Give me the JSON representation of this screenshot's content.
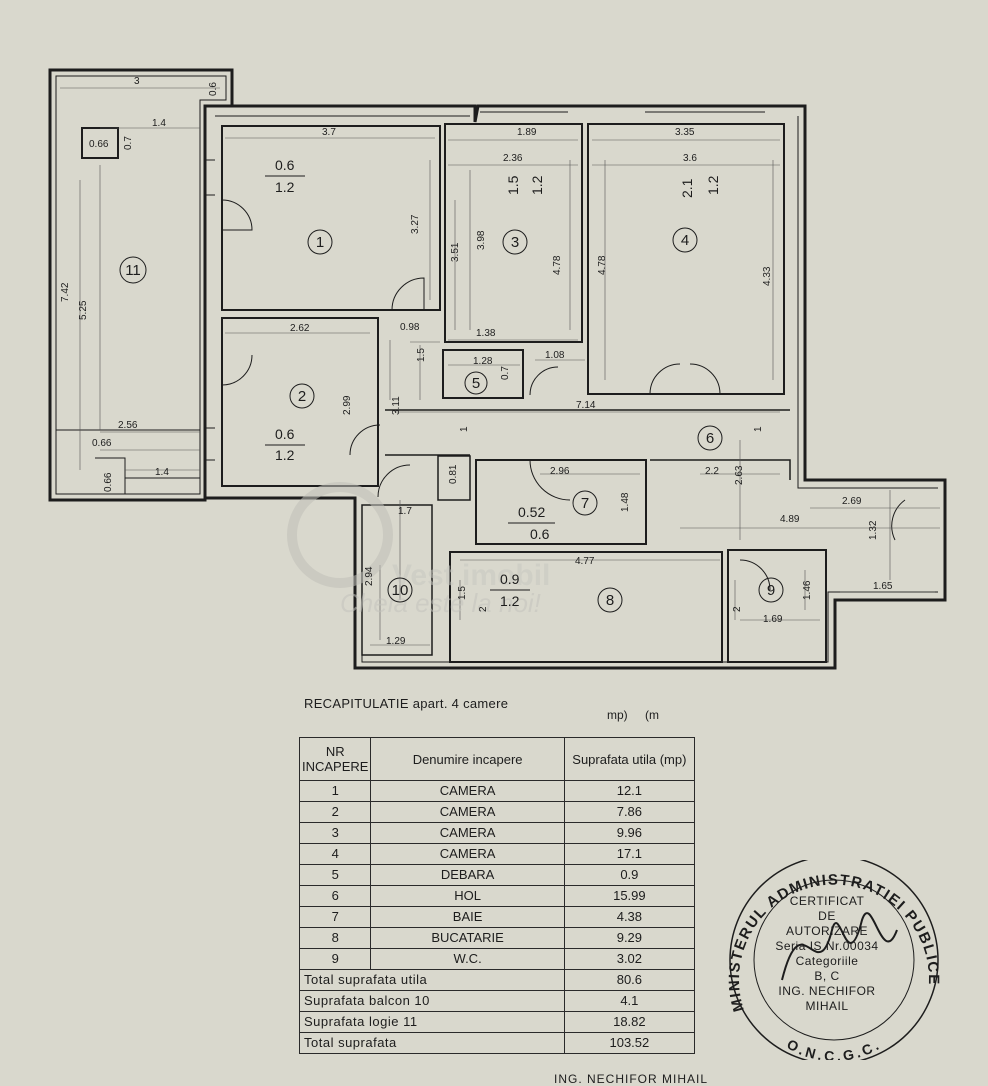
{
  "plan": {
    "rooms": [
      {
        "no": "1",
        "win_a": "0.6",
        "win_b": "1.2"
      },
      {
        "no": "2",
        "win_a": "0.6",
        "win_b": "1.2"
      },
      {
        "no": "3",
        "win_a": "1.5",
        "win_b": "1.2"
      },
      {
        "no": "4",
        "win_a": "2.1",
        "win_b": "1.2"
      },
      {
        "no": "5"
      },
      {
        "no": "6"
      },
      {
        "no": "7",
        "win_a": "0.52",
        "win_b": "0.6"
      },
      {
        "no": "8",
        "win_a": "0.9",
        "win_b": "1.2"
      },
      {
        "no": "9"
      },
      {
        "no": "10"
      },
      {
        "no": "11"
      }
    ],
    "dimensions": {
      "d_3": "3",
      "d_0_6": "0.6",
      "d_1_4a": "1.4",
      "d_0_66a": "0.66",
      "d_0_7a": "0.7",
      "d_3_7": "3.7",
      "d_1_89": "1.89",
      "d_3_35": "3.35",
      "d_2_36": "2.36",
      "d_3_6": "3.6",
      "d_7_42": "7.42",
      "d_5_25": "5.25",
      "d_3_27": "3.27",
      "d_3_51": "3.51",
      "d_3_98": "3.98",
      "d_4_78a": "4.78",
      "d_4_78b": "4.78",
      "d_4_33": "4.33",
      "d_2_62": "2.62",
      "d_0_98": "0.98",
      "d_1_38": "1.38",
      "d_1_5": "1.5",
      "d_1_28": "1.28",
      "d_0_7b": "0.7",
      "d_1_08": "1.08",
      "d_2_99": "2.99",
      "d_3_11": "3.11",
      "d_7_14": "7.14",
      "d_1a": "1",
      "d_1b": "1",
      "d_2_56": "2.56",
      "d_0_66b": "0.66",
      "d_0_66c": "0.66",
      "d_1_4b": "1.4",
      "d_0_81": "0.81",
      "d_2_96": "2.96",
      "d_2_2": "2.2",
      "d_2_63": "2.63",
      "d_2_69": "2.69",
      "d_1_48": "1.48",
      "d_4_89": "4.89",
      "d_1_32": "1.32",
      "d_1_7": "1.7",
      "d_4_77": "4.77",
      "d_2_94": "2.94",
      "d_1_5b": "1.5",
      "d_2a": "2",
      "d_2b": "2",
      "d_1_46": "1.46",
      "d_1_65": "1.65",
      "d_1_69": "1.69",
      "d_1_29": "1.29"
    },
    "watermark": {
      "brand": "Vest imobil",
      "slogan": "Cheia este la noi!"
    }
  },
  "recap": {
    "title": "RECAPITULATIE apart. 4 camere",
    "units": "mp) (m",
    "headers": {
      "nr": "NR INCAPERE",
      "name": "Denumire incapere",
      "area": "Suprafata utila (mp)"
    },
    "rows": [
      {
        "nr": "1",
        "name": "CAMERA",
        "area": "12.1"
      },
      {
        "nr": "2",
        "name": "CAMERA",
        "area": "7.86"
      },
      {
        "nr": "3",
        "name": "CAMERA",
        "area": "9.96"
      },
      {
        "nr": "4",
        "name": "CAMERA",
        "area": "17.1"
      },
      {
        "nr": "5",
        "name": "DEBARA",
        "area": "0.9"
      },
      {
        "nr": "6",
        "name": "HOL",
        "area": "15.99"
      },
      {
        "nr": "7",
        "name": "BAIE",
        "area": "4.38"
      },
      {
        "nr": "8",
        "name": "BUCATARIE",
        "area": "9.29"
      },
      {
        "nr": "9",
        "name": "W.C.",
        "area": "3.02"
      }
    ],
    "totals": [
      {
        "label": "Total suprafata utila",
        "value": "80.6"
      },
      {
        "label": "Suprafata balcon 10",
        "value": "4.1"
      },
      {
        "label": "Suprafata logie 11",
        "value": "18.82"
      },
      {
        "label": "Total suprafata",
        "value": "103.52"
      }
    ]
  },
  "stamp": {
    "ring_top": "MINISTERUL ADMINISTRATIEI PUBLICE",
    "ring_bottom": "O.N.C.G.C.",
    "line1": "CERTIFICAT",
    "line2": "DE",
    "line3": "AUTORIZARE",
    "line4": "Seria IS Nr.00034",
    "line5": "Categoriile",
    "line6": "B, C",
    "line7": "ING. NECHIFOR",
    "line8": "MIHAIL"
  },
  "footer": "ING. NECHIFOR MIHAIL"
}
